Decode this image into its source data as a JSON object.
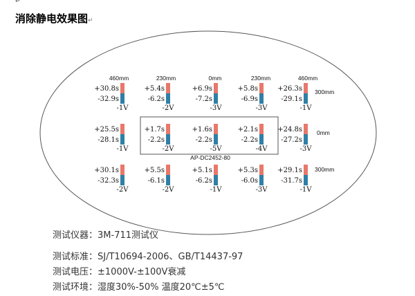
{
  "top_mark": "↵",
  "title": "消除静电效果图",
  "paragraph_mark": "↵",
  "colors": {
    "positive": "#e8786a",
    "negative": "#2f7fa6",
    "frame": "#555555"
  },
  "columns": [
    "460mm",
    "230mm",
    "0mm",
    "230mm",
    "460mm"
  ],
  "rows": [
    "300mm",
    "0mm",
    "300mm"
  ],
  "device_label": "AP-DC2452-80",
  "cells": [
    [
      {
        "pos": "+30.8s",
        "neg": "-32.9s",
        "volt": "-1V"
      },
      {
        "pos": "+5.4s",
        "neg": "-6.2s",
        "volt": "-2V"
      },
      {
        "pos": "+6.9s",
        "neg": "-7.2s",
        "volt": "-3V"
      },
      {
        "pos": "+5.8s",
        "neg": "-6.9s",
        "volt": "-3V"
      },
      {
        "pos": "+26.3s",
        "neg": "-29.1s",
        "volt": "-1V"
      }
    ],
    [
      {
        "pos": "+25.5s",
        "neg": "-28.1s",
        "volt": "-1V"
      },
      {
        "pos": "+1.7s",
        "neg": "-2.2s",
        "volt": "-2V"
      },
      {
        "pos": "+1.6s",
        "neg": "-2.2s",
        "volt": "-5V"
      },
      {
        "pos": "+2.1s",
        "neg": "-2.2s",
        "volt": "-4V"
      },
      {
        "pos": "+24.8s",
        "neg": "-27.2s",
        "volt": "-3V"
      }
    ],
    [
      {
        "pos": "+30.1s",
        "neg": "-32.3s",
        "volt": "-2V"
      },
      {
        "pos": "+5.5s",
        "neg": "-6.1s",
        "volt": "-2V"
      },
      {
        "pos": "+5.1s",
        "neg": "-6.2s",
        "volt": "-1V"
      },
      {
        "pos": "+5.3s",
        "neg": "-6.0s",
        "volt": "-3V"
      },
      {
        "pos": "+29.1s",
        "neg": "-31.7s",
        "volt": "-1V"
      }
    ]
  ],
  "notes": [
    {
      "label": "测试仪器：",
      "value": "3M-711测试仪"
    },
    {
      "label": "测试标准：",
      "value": "SJ/T10694-2006、GB/T14437-97"
    },
    {
      "label": "测试电压：",
      "value": "±1000V-±100V衰减"
    },
    {
      "label": "测试环境：",
      "value": "湿度30%-50% 温度20℃±5℃"
    }
  ]
}
